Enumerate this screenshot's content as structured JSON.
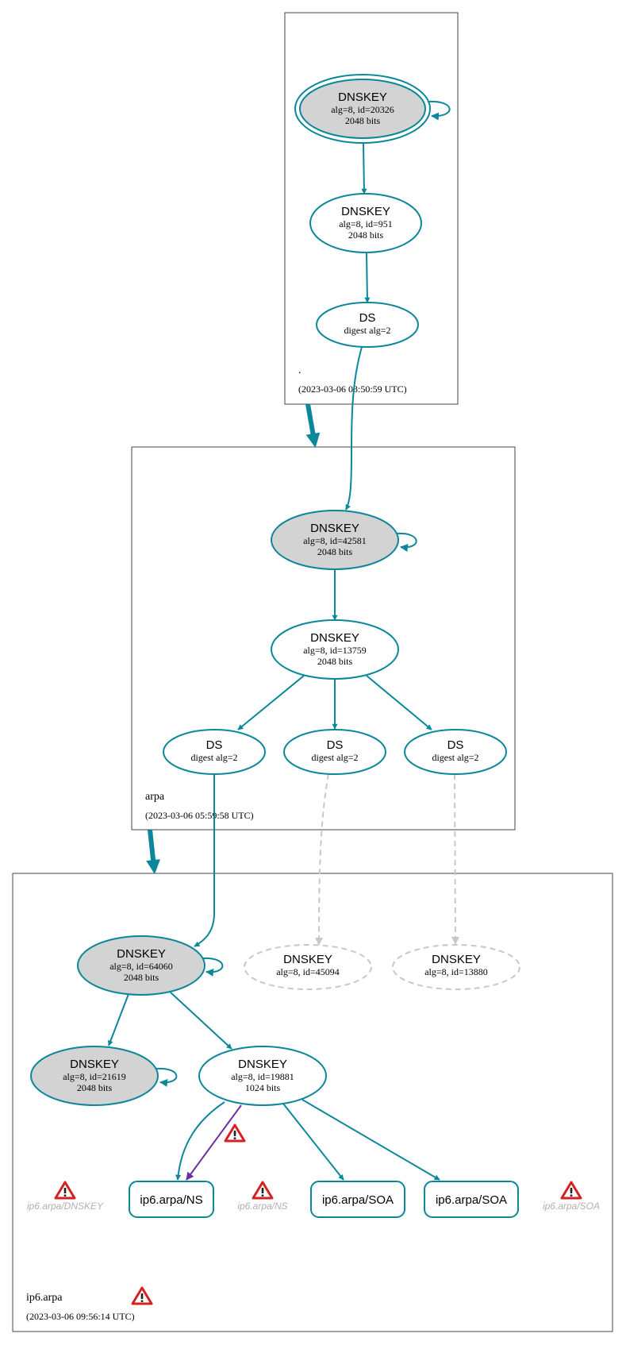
{
  "colors": {
    "edge": "#0a879a",
    "active_fill": "#d3d3d3",
    "ghost": "#c8c8c8",
    "ns_edge": "#6a2fa0",
    "warn_red": "#d32222",
    "zone_border": "#444444"
  },
  "zones": {
    "root": {
      "name": ".",
      "timestamp": "(2023-03-06 03:50:59 UTC)"
    },
    "arpa": {
      "name": "arpa",
      "timestamp": "(2023-03-06 05:59:58 UTC)"
    },
    "ip6": {
      "name": "ip6.arpa",
      "timestamp": "(2023-03-06 09:56:14 UTC)",
      "warning_icon": "warning-icon"
    }
  },
  "nodes": {
    "root_ksk": {
      "type": "DNSKEY",
      "line1": "alg=8, id=20326",
      "line2": "2048 bits"
    },
    "root_zsk": {
      "type": "DNSKEY",
      "line1": "alg=8, id=951",
      "line2": "2048 bits"
    },
    "root_ds": {
      "type": "DS",
      "line1": "digest alg=2"
    },
    "arpa_ksk": {
      "type": "DNSKEY",
      "line1": "alg=8, id=42581",
      "line2": "2048 bits"
    },
    "arpa_zsk": {
      "type": "DNSKEY",
      "line1": "alg=8, id=13759",
      "line2": "2048 bits"
    },
    "arpa_ds1": {
      "type": "DS",
      "line1": "digest alg=2"
    },
    "arpa_ds2": {
      "type": "DS",
      "line1": "digest alg=2"
    },
    "arpa_ds3": {
      "type": "DS",
      "line1": "digest alg=2"
    },
    "ip6_ksk": {
      "type": "DNSKEY",
      "line1": "alg=8, id=64060",
      "line2": "2048 bits"
    },
    "ip6_ghost1": {
      "type": "DNSKEY",
      "line1": "alg=8, id=45094"
    },
    "ip6_ghost2": {
      "type": "DNSKEY",
      "line1": "alg=8, id=13880"
    },
    "ip6_key2": {
      "type": "DNSKEY",
      "line1": "alg=8, id=21619",
      "line2": "2048 bits"
    },
    "ip6_zsk": {
      "type": "DNSKEY",
      "line1": "alg=8, id=19881",
      "line2": "1024 bits"
    },
    "rr_ns": {
      "label": "ip6.arpa/NS"
    },
    "rr_soa1": {
      "label": "ip6.arpa/SOA"
    },
    "rr_soa2": {
      "label": "ip6.arpa/SOA"
    }
  },
  "warnings": {
    "dnskey": {
      "label": "ip6.arpa/DNSKEY"
    },
    "ns": {
      "label": "ip6.arpa/NS"
    },
    "soa": {
      "label": "ip6.arpa/SOA"
    }
  }
}
